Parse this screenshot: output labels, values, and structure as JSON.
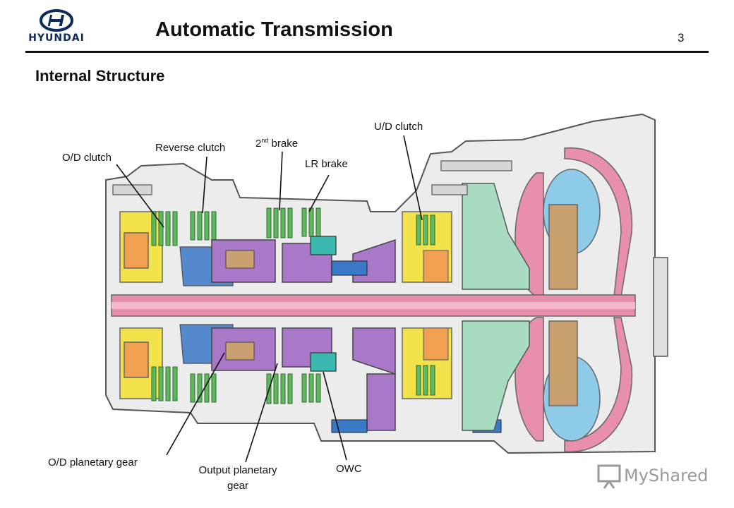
{
  "header": {
    "brand": "HYUNDAI",
    "title": "Automatic Transmission",
    "page_number": "3"
  },
  "subtitle": "Internal Structure",
  "labels": {
    "od_clutch": "O/D clutch",
    "reverse_clutch": "Reverse clutch",
    "second_brake_num": "2",
    "second_brake_sup": "nd",
    "second_brake_text": " brake",
    "lr_brake": "LR brake",
    "ud_clutch": "U/D clutch",
    "od_planetary_gear": "O/D planetary gear",
    "output_planetary_line1": "Output planetary",
    "output_planetary_line2": "gear",
    "owc": "OWC"
  },
  "watermark": "MyShared",
  "colors": {
    "brand_blue": "#0d2a5c",
    "pink": "#e98fae",
    "light_blue": "#8ecbe8",
    "blue": "#3a78c8",
    "purple": "#a978c8",
    "green": "#5fb85f",
    "yellow": "#f2e34a",
    "orange": "#f0a050",
    "gray": "#cfcfcf",
    "tan": "#c9a070"
  }
}
